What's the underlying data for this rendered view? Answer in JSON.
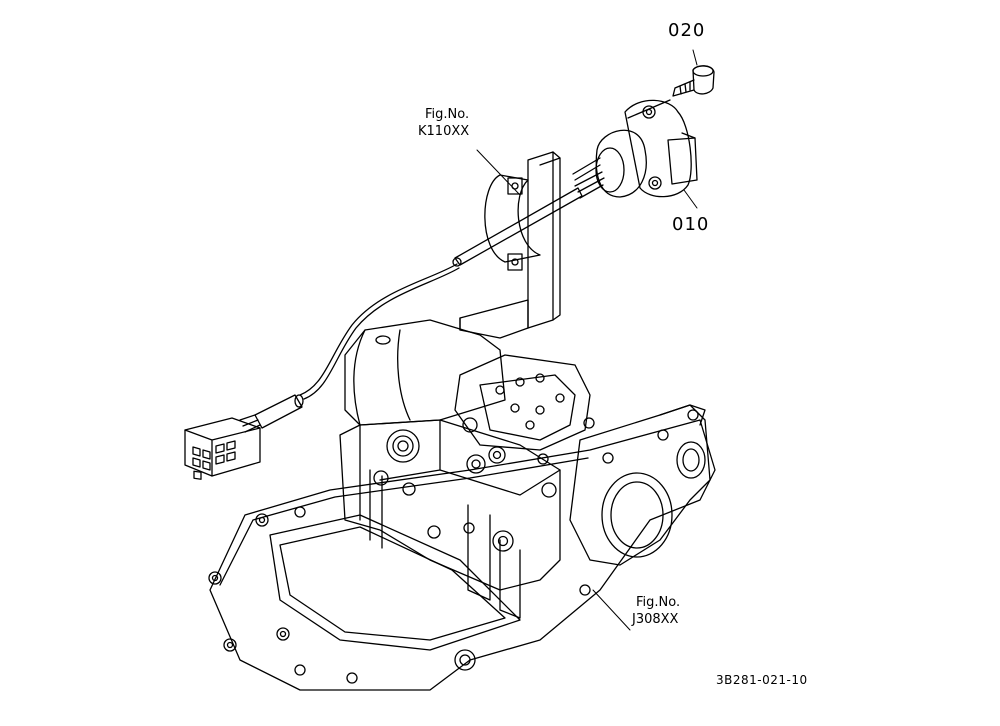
{
  "callouts": {
    "part_020": "020",
    "part_010": "010"
  },
  "figure_refs": {
    "upper": {
      "line1": "Fig.No.",
      "line2": "K110XX"
    },
    "lower": {
      "line1": "Fig.No.",
      "line2": "J308XX"
    }
  },
  "diagram_id": "3B281-021-10",
  "colors": {
    "ink": "#000000",
    "paper": "#ffffff"
  }
}
